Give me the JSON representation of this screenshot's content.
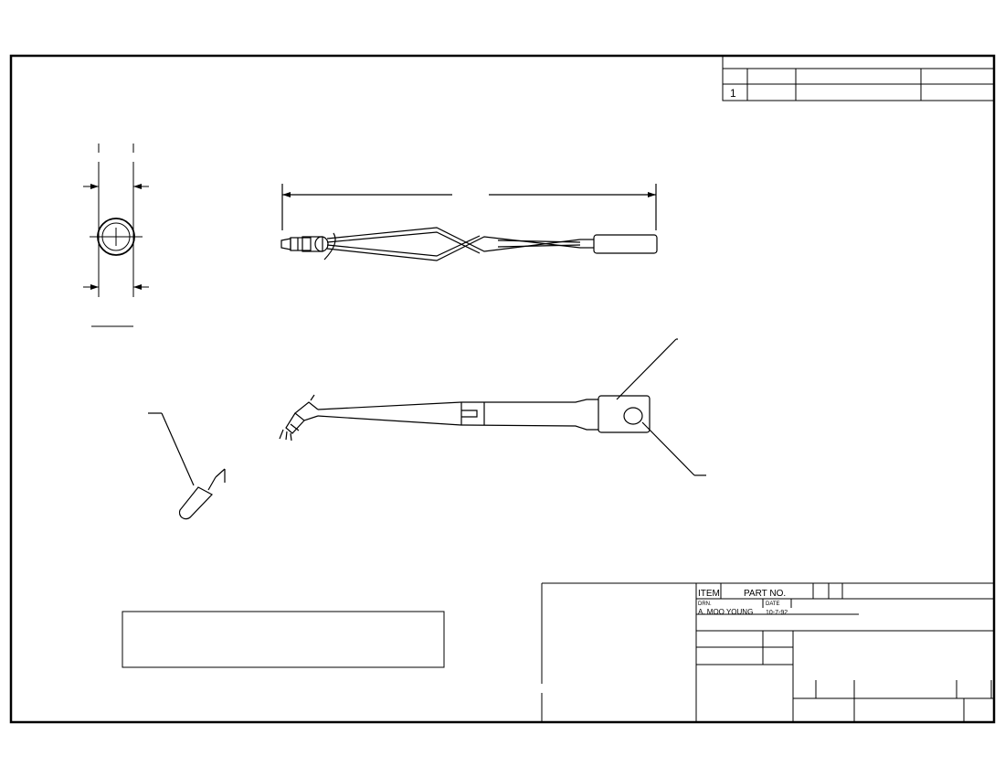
{
  "revision_table": {
    "rows": [
      {
        "cells": [
          "1",
          "",
          "",
          ""
        ]
      }
    ]
  },
  "title_block": {
    "item_label": "ITEM",
    "part_no_label": "PART NO.",
    "drn_label": "DRN.",
    "drn_value": "A. MOO  YOUNG",
    "date_label": "DATE",
    "date_value": "10-7-92"
  },
  "colors": {
    "line": "#000000",
    "background": "#ffffff"
  }
}
